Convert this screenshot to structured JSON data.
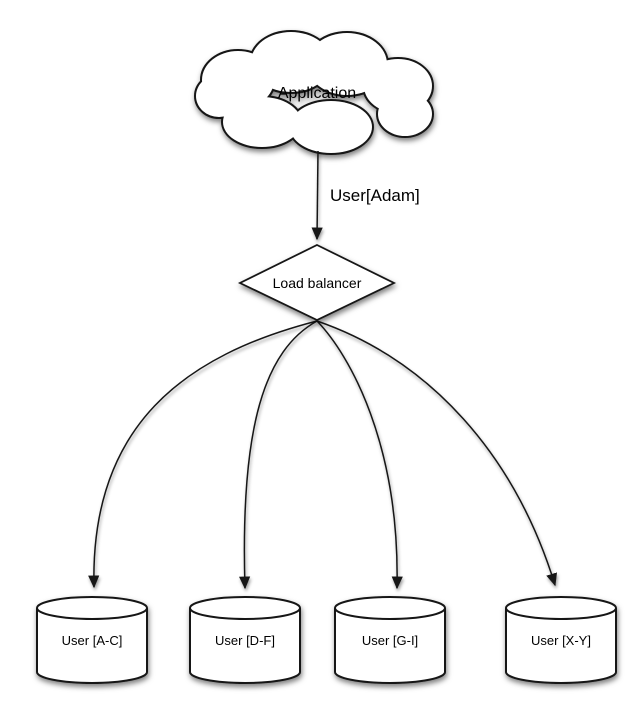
{
  "diagram": {
    "nodes": {
      "application": {
        "type": "cloud",
        "label": "Application"
      },
      "load_balancer": {
        "type": "diamond",
        "label": "Load balancer"
      },
      "shards": [
        {
          "type": "cylinder",
          "label": "User [A-C]"
        },
        {
          "type": "cylinder",
          "label": "User [D-F]"
        },
        {
          "type": "cylinder",
          "label": "User [G-I]"
        },
        {
          "type": "cylinder",
          "label": "User [X-Y]"
        }
      ]
    },
    "edges": {
      "app_to_lb": {
        "label": "User[Adam]"
      }
    },
    "colors": {
      "stroke": "#161616",
      "fill": "#ffffff",
      "background": "#ffffff",
      "text": "#000000"
    }
  }
}
